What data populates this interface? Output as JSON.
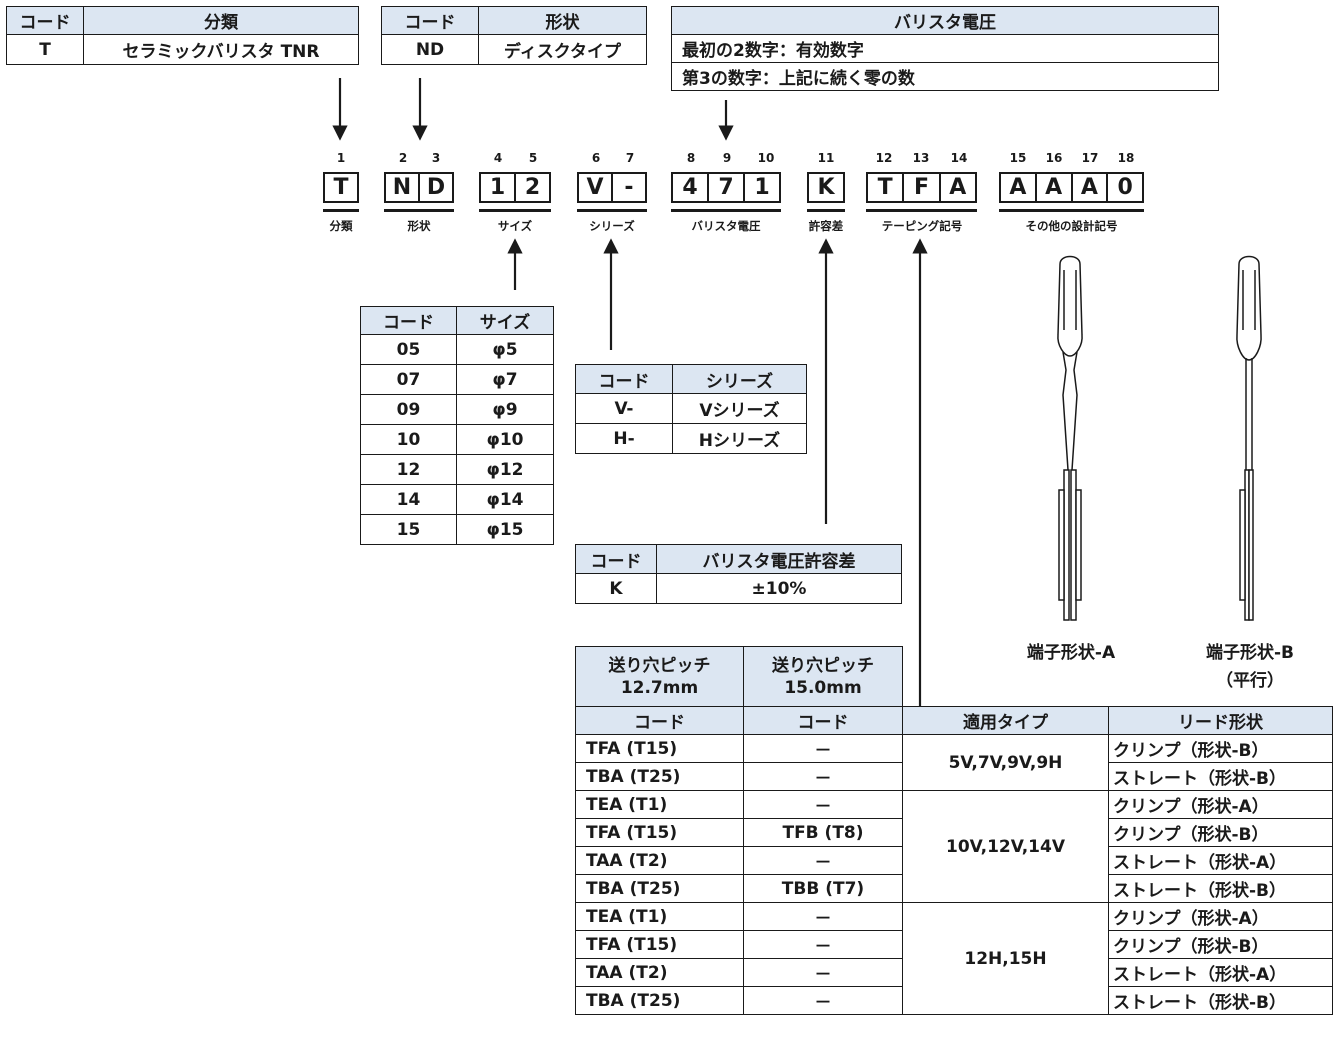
{
  "table_type": {
    "headers": [
      "コード",
      "分類"
    ],
    "rows": [
      [
        "T",
        "セラミックバリスタ TNR"
      ]
    ]
  },
  "table_shape": {
    "headers": [
      "コード",
      "形状"
    ],
    "rows": [
      [
        "ND",
        "ディスクタイプ"
      ]
    ]
  },
  "table_voltage": {
    "header": "バリスタ電圧",
    "rows": [
      "最初の2数字：有効数字",
      "第3の数字：上記に続く零の数"
    ]
  },
  "part_number": {
    "groups": [
      {
        "positions": [
          "1"
        ],
        "chars": [
          "T"
        ],
        "label": "分類"
      },
      {
        "positions": [
          "2",
          "3"
        ],
        "chars": [
          "N",
          "D"
        ],
        "label": "形状"
      },
      {
        "positions": [
          "4",
          "5"
        ],
        "chars": [
          "1",
          "2"
        ],
        "label": "サイズ"
      },
      {
        "positions": [
          "6",
          "7"
        ],
        "chars": [
          "V",
          "-"
        ],
        "label": "シリーズ"
      },
      {
        "positions": [
          "8",
          "9",
          "10"
        ],
        "chars": [
          "4",
          "7",
          "1"
        ],
        "label": "バリスタ電圧"
      },
      {
        "positions": [
          "11"
        ],
        "chars": [
          "K"
        ],
        "label": "許容差"
      },
      {
        "positions": [
          "12",
          "13",
          "14"
        ],
        "chars": [
          "T",
          "F",
          "A"
        ],
        "label": "テーピング記号"
      },
      {
        "positions": [
          "15",
          "16",
          "17",
          "18"
        ],
        "chars": [
          "A",
          "A",
          "A",
          "0"
        ],
        "label": "その他の設計記号"
      }
    ]
  },
  "table_size": {
    "headers": [
      "コード",
      "サイズ"
    ],
    "rows": [
      [
        "05",
        "φ5"
      ],
      [
        "07",
        "φ7"
      ],
      [
        "09",
        "φ9"
      ],
      [
        "10",
        "φ10"
      ],
      [
        "12",
        "φ12"
      ],
      [
        "14",
        "φ14"
      ],
      [
        "15",
        "φ15"
      ]
    ]
  },
  "table_series": {
    "headers": [
      "コード",
      "シリーズ"
    ],
    "rows": [
      [
        "V-",
        "Vシリーズ"
      ],
      [
        "H-",
        "Hシリーズ"
      ]
    ]
  },
  "table_tolerance": {
    "headers": [
      "コード",
      "バリスタ電圧許容差"
    ],
    "rows": [
      [
        "K",
        "±10%"
      ]
    ]
  },
  "terminals": {
    "a_label": "端子形状-A",
    "b_label": "端子形状-B",
    "b_sub": "（平行）"
  },
  "table_taping": {
    "pitch_headers": [
      "送り穴ピッチ\n12.7mm",
      "送り穴ピッチ\n15.0mm"
    ],
    "pitch_a_line1": "送り穴ピッチ",
    "pitch_a_line2": "12.7mm",
    "pitch_b_line1": "送り穴ピッチ",
    "pitch_b_line2": "15.0mm",
    "headers": [
      "コード",
      "コード",
      "適用タイプ",
      "リード形状"
    ],
    "groups": [
      {
        "type": "5V,7V,9V,9H",
        "rows": [
          [
            "TFA (T15)",
            "－",
            "クリンプ（形状-B）"
          ],
          [
            "TBA (T25)",
            "－",
            "ストレート（形状-B）"
          ]
        ]
      },
      {
        "type": "10V,12V,14V",
        "rows": [
          [
            "TEA (T1)",
            "－",
            "クリンプ（形状-A）"
          ],
          [
            "TFA (T15)",
            "TFB (T8)",
            "クリンプ（形状-B）"
          ],
          [
            "TAA (T2)",
            "－",
            "ストレート（形状-A）"
          ],
          [
            "TBA (T25)",
            "TBB (T7)",
            "ストレート（形状-B）"
          ]
        ]
      },
      {
        "type": "12H,15H",
        "rows": [
          [
            "TEA (T1)",
            "－",
            "クリンプ（形状-A）"
          ],
          [
            "TFA (T15)",
            "－",
            "クリンプ（形状-B）"
          ],
          [
            "TAA (T2)",
            "－",
            "ストレート（形状-A）"
          ],
          [
            "TBA (T25)",
            "－",
            "ストレート（形状-B）"
          ]
        ]
      }
    ]
  }
}
